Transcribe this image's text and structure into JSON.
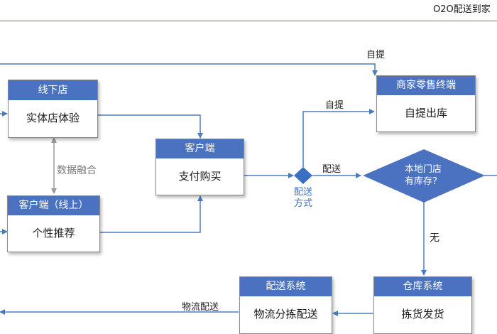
{
  "header": {
    "title": "O2O配送到家"
  },
  "nodes": {
    "offline_store": {
      "header": "线下店",
      "body": "实体店体验"
    },
    "online_client": {
      "header": "客户端（线上）",
      "body": "个性推荐"
    },
    "client": {
      "header": "客户端",
      "body": "支付购买"
    },
    "merchant": {
      "header": "商家零售终端",
      "body": "自提出库"
    },
    "warehouse": {
      "header": "仓库系统",
      "body": "拣货发货"
    },
    "delivery": {
      "header": "配送系统",
      "body": "物流分拣配送"
    },
    "delivery_method": {
      "line1": "配送",
      "line2": "方式"
    },
    "stock_check": {
      "line1": "本地门店",
      "line2": "有库存？"
    }
  },
  "edge_labels": {
    "data_fusion": "数据融合",
    "self_pickup_top": "自提",
    "self_pickup": "自提",
    "deliver": "配送",
    "no_stock": "无",
    "logistics": "物流配送"
  },
  "colors": {
    "accent": "#4a72c0",
    "line": "#4a7cc0",
    "gray_line": "#9a9a9a"
  }
}
